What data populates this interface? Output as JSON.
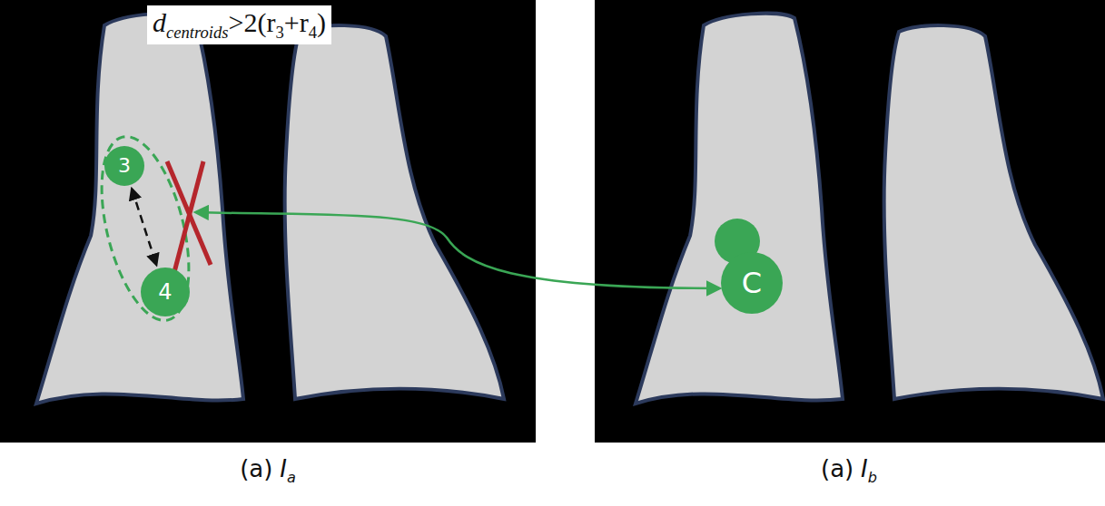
{
  "diagram": {
    "nodes": [
      {
        "text": [
          "3"
        ]
      },
      {
        "text": [
          "4"
        ]
      },
      {
        "text": [
          "C"
        ]
      }
    ],
    "edges": [
      {
        "from": 0,
        "to": 1,
        "arrow": "both"
      }
    ],
    "labels": [
      "d",
      "centroids",
      ">2(r",
      "3",
      "+r",
      "4",
      ")",
      "(a)",
      "I",
      "a",
      "(a)",
      "I",
      "b"
    ]
  }
}
